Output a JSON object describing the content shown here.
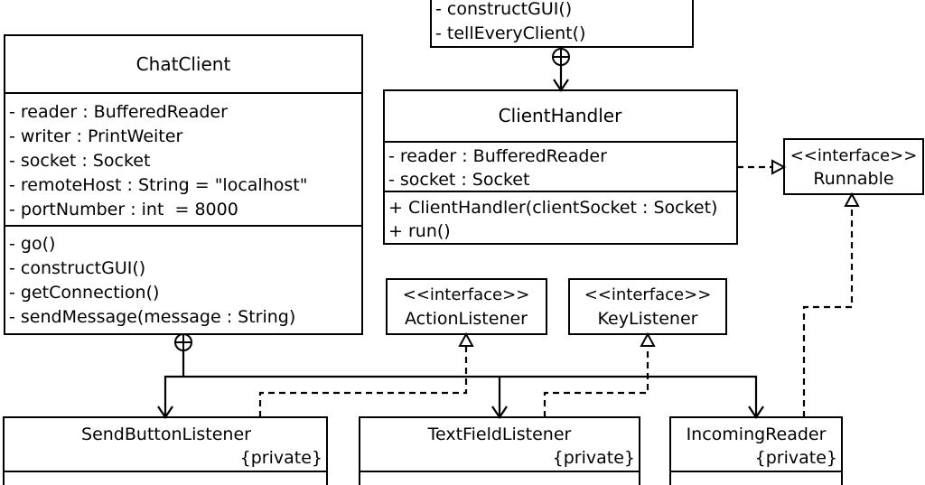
{
  "classes": {
    "top": {
      "methods": [
        "- constructGUI()",
        "- tellEveryClient()"
      ]
    },
    "chat_client": {
      "name": "ChatClient",
      "attributes": [
        "- reader : BufferedReader",
        "- writer : PrintWeiter",
        "- socket : Socket",
        "- remoteHost : String = \"localhost\"",
        "- portNumber : int  = 8000"
      ],
      "methods": [
        "- go()",
        "- constructGUI()",
        "- getConnection()",
        "- sendMessage(message : String)"
      ]
    },
    "client_handler": {
      "name": "ClientHandler",
      "attributes": [
        "- reader : BufferedReader",
        "- socket : Socket"
      ],
      "methods": [
        "+ ClientHandler(clientSocket : Socket)",
        "+ run()"
      ]
    },
    "runnable": {
      "stereotype": "<<interface>>",
      "name": "Runnable"
    },
    "action_listener": {
      "stereotype": "<<interface>>",
      "name": "ActionListener"
    },
    "key_listener": {
      "stereotype": "<<interface>>",
      "name": "KeyListener"
    },
    "send_button_listener": {
      "name": "SendButtonListener",
      "modifier": "{private}"
    },
    "text_field_listener": {
      "name": "TextFieldListener",
      "modifier": "{private}"
    },
    "incoming_reader": {
      "name": "IncomingReader",
      "modifier": "{private}"
    }
  }
}
